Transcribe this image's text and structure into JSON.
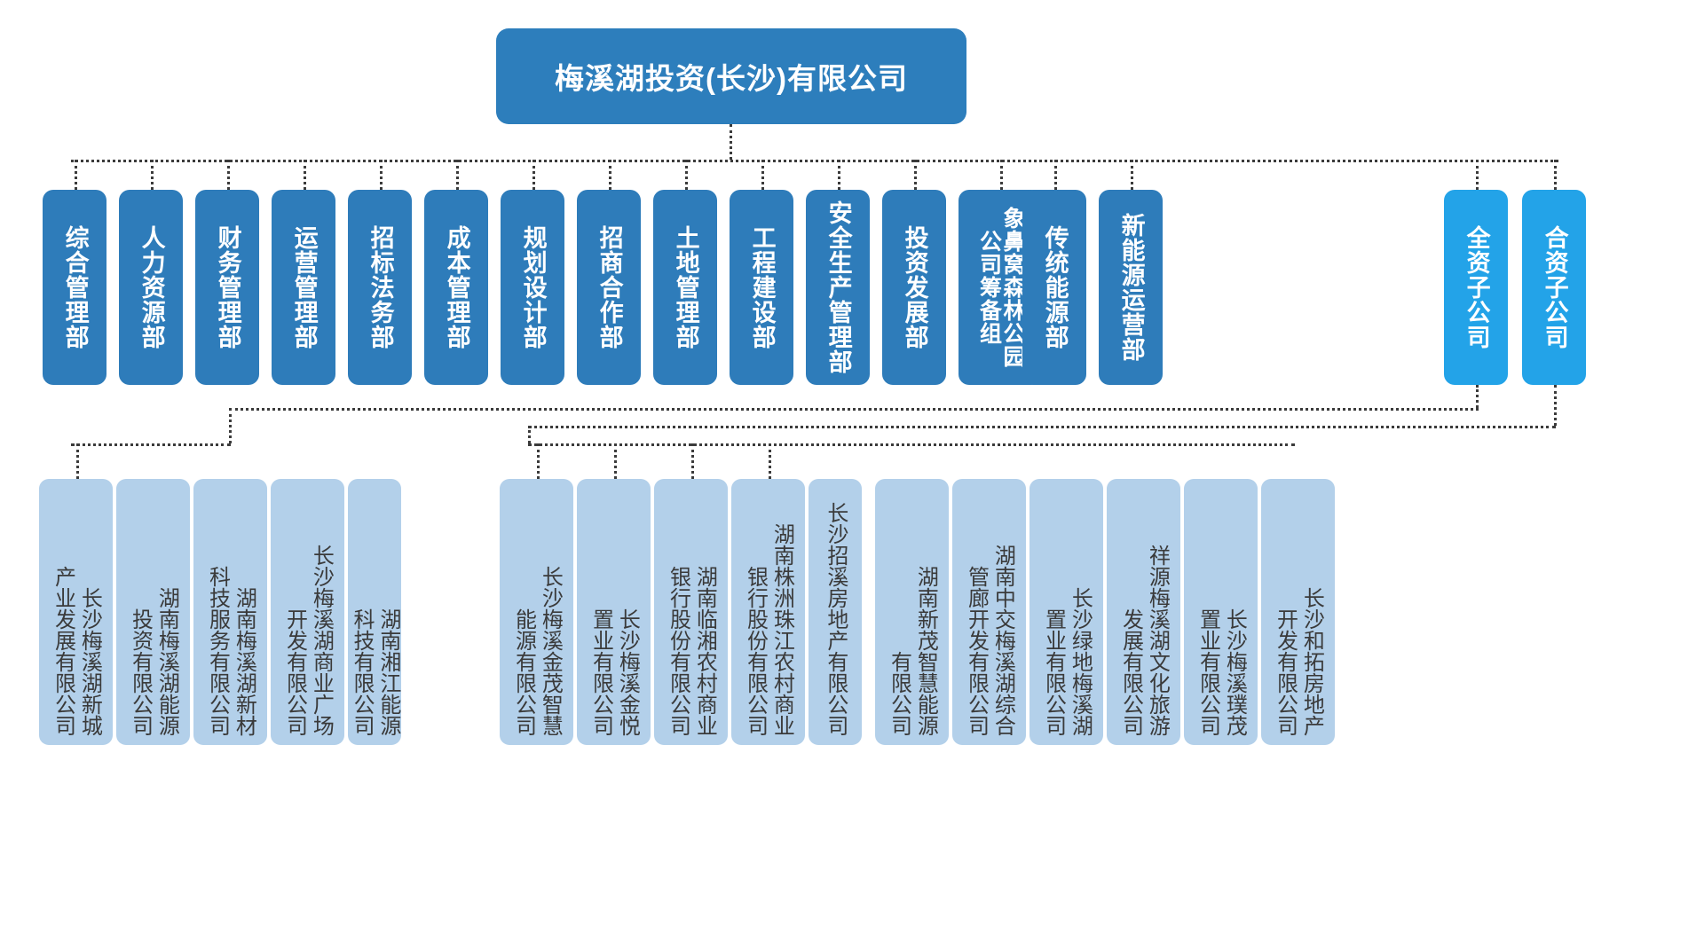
{
  "diagram": {
    "title": "梅溪湖投资(长沙)有限公司",
    "type": "org-chart",
    "colors": {
      "root_fill": "#2d7ebc",
      "department_fill": "#2e7cba",
      "subsidiary_category_fill": "#23a3e8",
      "company_fill": "#b3d0ea",
      "connector": "#3b3b3b",
      "root_text": "#ffffff",
      "department_text": "#ffffff",
      "company_text": "#3a3a3a",
      "background": "#ffffff"
    }
  },
  "root": {
    "label": "梅溪湖投资(长沙)有限公司"
  },
  "departments": [
    {
      "label": "综合管理部"
    },
    {
      "label": "人力资源部"
    },
    {
      "label": "财务管理部"
    },
    {
      "label": "运营管理部"
    },
    {
      "label": "招标法务部"
    },
    {
      "label": "成本管理部"
    },
    {
      "label": "规划设计部"
    },
    {
      "label": "招商合作部"
    },
    {
      "label": "土地管理部"
    },
    {
      "label": "工程建设部"
    },
    {
      "label": "安全生产管理部"
    },
    {
      "label": "投资发展部"
    },
    {
      "label": "象鼻窝森林公园公司筹备组",
      "col_a": "象鼻窝森林公园",
      "col_b": "公司筹备组"
    },
    {
      "label": "传统能源部"
    },
    {
      "label": "新能源运营部"
    }
  ],
  "subsidiary_categories": [
    {
      "label": "全资子公司"
    },
    {
      "label": "合资子公司"
    }
  ],
  "wholly_owned_companies": [
    {
      "label": "长沙梅溪湖新城产业发展有限公司",
      "col_a": "长沙梅溪湖新城",
      "col_b": "产业发展有限公司"
    },
    {
      "label": "湖南梅溪湖能源投资有限公司",
      "col_a": "湖南梅溪湖能源",
      "col_b": "投资有限公司"
    },
    {
      "label": "湖南梅溪湖新材科技服务有限公司",
      "col_a": "湖南梅溪湖新材",
      "col_b": "科技服务有限公司"
    },
    {
      "label": "长沙梅溪湖商业广场开发有限公司",
      "col_a": "长沙梅溪湖商业广场",
      "col_b": "开发有限公司"
    },
    {
      "label": "湖南湘江能源科技有限公司",
      "col_a": "湖南湘江能源",
      "col_b": "科技有限公司"
    }
  ],
  "joint_venture_companies": [
    {
      "label": "长沙梅溪金茂智慧能源有限公司",
      "col_a": "长沙梅溪金茂智慧",
      "col_b": "能源有限公司"
    },
    {
      "label": "长沙梅溪金悦置业有限公司",
      "col_a": "长沙梅溪金悦",
      "col_b": "置业有限公司"
    },
    {
      "label": "湖南临湘农村商业银行股份有限公司",
      "col_a": "湖南临湘农村商业",
      "col_b": "银行股份有限公司"
    },
    {
      "label": "湖南株洲珠江农村商业银行股份有限公司",
      "col_a": "湖南株洲珠江农村商业",
      "col_b": "银行股份有限公司"
    },
    {
      "label": "长沙招溪房地产有限公司",
      "col_a": "长沙招溪房地产有限公司",
      "col_b": ""
    },
    {
      "label": "湖南新茂智慧能源有限公司",
      "col_a": "湖南新茂智慧能源",
      "col_b": "有限公司"
    },
    {
      "label": "湖南中交梅溪湖综合管廊开发有限公司",
      "col_a": "湖南中交梅溪湖综合",
      "col_b": "管廊开发有限公司"
    },
    {
      "label": "长沙绿地梅溪湖置业有限公司",
      "col_a": "长沙绿地梅溪湖",
      "col_b": "置业有限公司"
    },
    {
      "label": "祥源梅溪湖文化旅游发展有限公司",
      "col_a": "祥源梅溪湖文化旅游",
      "col_b": "发展有限公司"
    },
    {
      "label": "长沙梅溪璞茂置业有限公司",
      "col_a": "长沙梅溪璞茂",
      "col_b": "置业有限公司"
    },
    {
      "label": "长沙和拓房地产开发有限公司",
      "col_a": "长沙和拓房地产",
      "col_b": "开发有限公司"
    }
  ]
}
